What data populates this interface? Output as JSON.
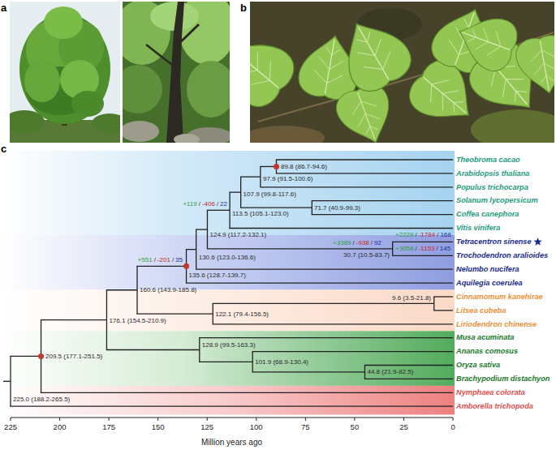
{
  "diagram": {
    "labels": [
      "a",
      "b",
      "c",
      "89.8 (86.7-94.6)",
      "97.9 (91.5-100.6)",
      "107.9 (99.8-117.6)",
      "71.7 (40.9-99.3)",
      "113.5 (105.1-123.0)",
      "+119",
      "/",
      "-406",
      "/",
      "22",
      "124.9 (117.2-132.1)",
      "+2229",
      "/",
      "-1784",
      "/",
      "168",
      "+3389",
      "/",
      "-938",
      "/",
      "92",
      "+3058",
      "/",
      "-1153",
      "/",
      "145",
      "130.6 (123.0-136.6)",
      "30.7 (10.5-83.7)",
      "+551",
      "/",
      "-201",
      "/",
      "35",
      "135.6 (128.7-139.7)",
      "160.6 (143.9-185.8)",
      "9.6 (3.5-21.8)",
      "122.1 (79.4-156.5)",
      "176.1 (154.5-210.9)",
      "128.9 (99.5-163.3)",
      "101.9 (68.9-130.4)",
      "209.5 (177.1-251.5)",
      "44.8 (21.9-82.5)",
      "225.0 (188.2-265.5)",
      "Theobroma cacao",
      "Arabidopsis thaliana",
      "Populus trichocarpa",
      "Solanum lycopersicum",
      "Coffea canephora",
      "Vitis vinifera",
      "Tetracentron sinense",
      "Trochodendron aralioides",
      "Nelumbo nucifera",
      "Aquilegia coerulea",
      "Cinnamomum kanehirae",
      "Litsea cubeba",
      "Liriodendron chinense",
      "Musa acuminata",
      "Ananas comosus",
      "Oryza sativa",
      "Brachypodium distachyon",
      "Nymphaea colorata",
      "Amborella trichopoda",
      "225",
      "200",
      "175",
      "150",
      "125",
      "100",
      "75",
      "50",
      "25",
      "0",
      "Million years ago"
    ]
  }
}
